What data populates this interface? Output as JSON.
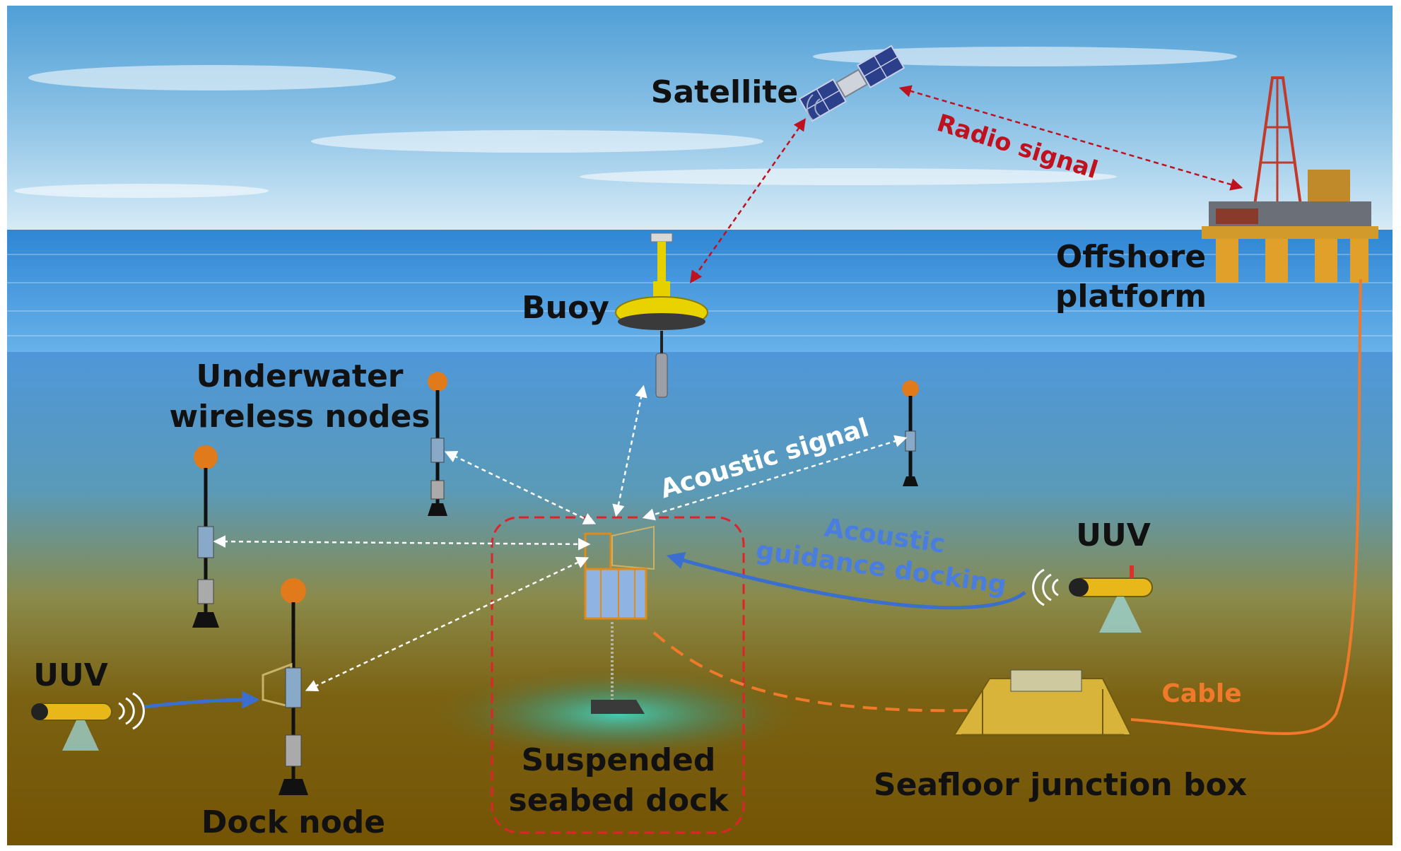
{
  "labels": {
    "satellite": "Satellite",
    "radio_signal": "Radio signal",
    "offshore_platform_line1": "Offshore",
    "offshore_platform_line2": "platform",
    "buoy": "Buoy",
    "underwater_nodes_line1": "Underwater",
    "underwater_nodes_line2": "wireless nodes",
    "acoustic_signal": "Acoustic signal",
    "acoustic_guidance_line1": "Acoustic",
    "acoustic_guidance_line2": "guidance docking",
    "uuv_right": "UUV",
    "uuv_left": "UUV",
    "cable": "Cable",
    "dock_node": "Dock node",
    "suspended_dock_line1": "Suspended",
    "suspended_dock_line2": "seabed dock",
    "junction_box": "Seafloor junction box"
  },
  "colors": {
    "sky_top": "#5aa6d8",
    "sky_bottom": "#cfe6f4",
    "sea_surface": "#3f8fd6",
    "water_mid": "#4a93cf",
    "seabed": "#7a5a08",
    "radio_signal": "#c0111f",
    "acoustic_signal": "#ffffff",
    "guidance_arrow": "#3a6fd0",
    "guidance_text": "#4a7de0",
    "cable": "#f07a2a",
    "dock_box": "#e0232a",
    "label_dark": "#111111"
  }
}
